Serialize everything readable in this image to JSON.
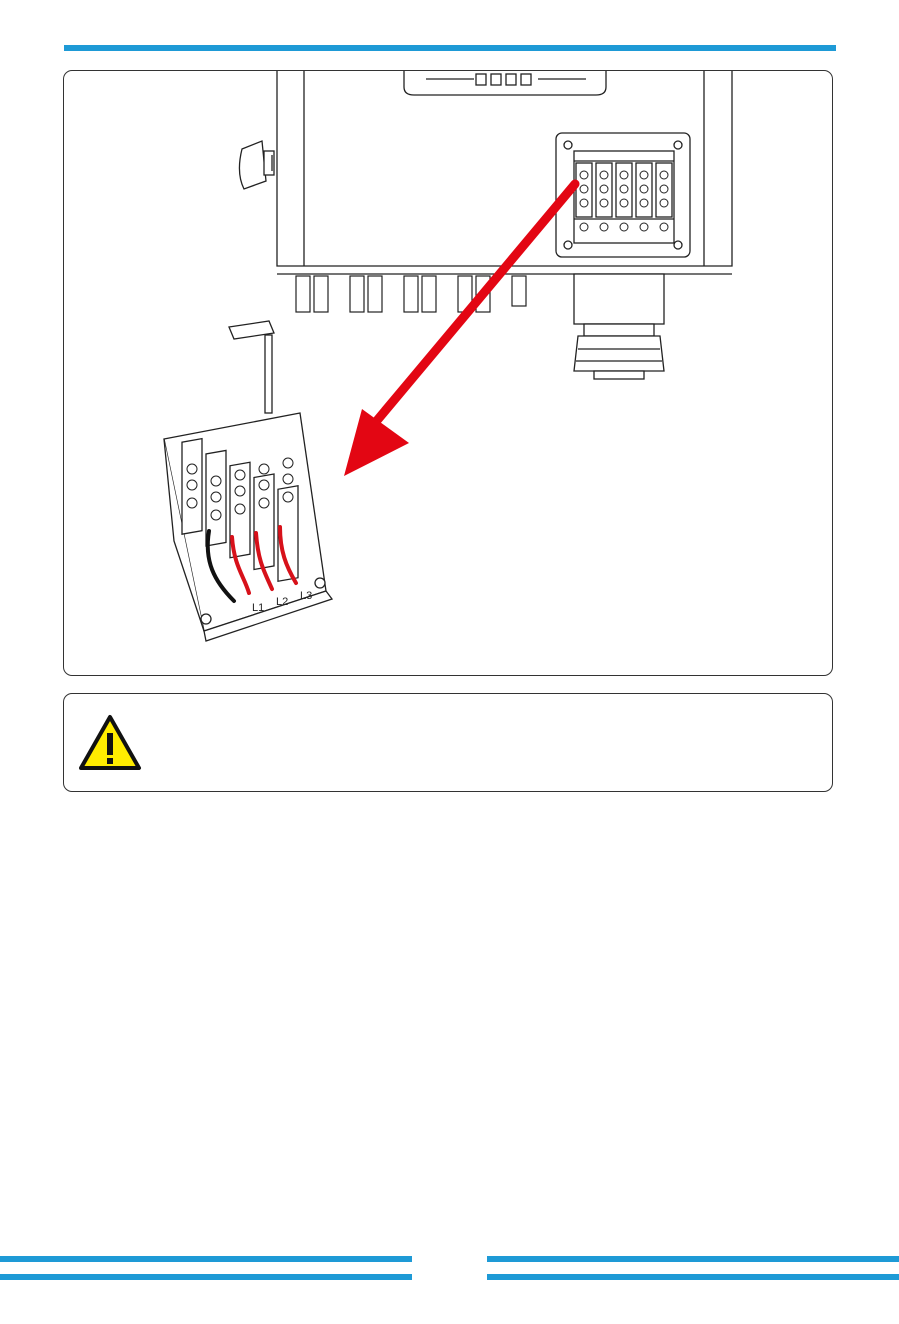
{
  "colors": {
    "accent": "#1e9ad6",
    "arrow": "#e30613",
    "wire_phase": "#d7111a",
    "wire_neutral": "#111111",
    "warning_yellow": "#ffec00",
    "outline": "#222222"
  },
  "figure": {
    "terminal_labels": [
      "L1",
      "L2",
      "L3"
    ]
  },
  "warning": {
    "icon": "warning-triangle-icon"
  }
}
